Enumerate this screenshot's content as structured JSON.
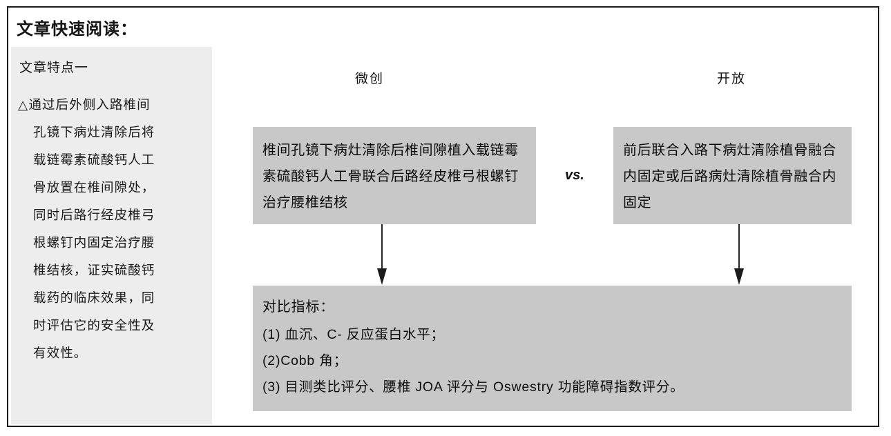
{
  "heading": "文章快速阅读：",
  "sidebar": {
    "heading": "文章特点一",
    "lines": [
      "△通过后外侧入路椎间",
      "孔镜下病灶清除后将",
      "载链霉素硫酸钙人工",
      "骨放置在椎间隙处，",
      "同时后路行经皮椎弓",
      "根螺钉内固定治疗腰",
      "椎结核，证实硫酸钙",
      "载药的临床效果，同",
      "时评估它的安全性及",
      "有效性。"
    ]
  },
  "comparison": {
    "left_caption": "微创",
    "right_caption": "开放",
    "vs_label": "vs.",
    "left_box_text": "椎间孔镜下病灶清除后椎间隙植入载链霉素硫酸钙人工骨联合后路经皮椎弓根螺钉治疗腰椎结核",
    "right_box_text": "前后联合入路下病灶清除植骨融合内固定或后路病灶清除植骨融合内固定"
  },
  "metrics": {
    "title": "对比指标：",
    "items": [
      "(1) 血沉、C- 反应蛋白水平；",
      "(2)Cobb 角；",
      "(3) 目测类比评分、腰椎 JOA 评分与 Oswestry 功能障碍指数评分。"
    ]
  },
  "colors": {
    "frame_border": "#1b1b1b",
    "sidebar_bg": "#ededee",
    "box_bg": "#c8c8c8",
    "text": "#0d0d0d",
    "arrow": "#1c1c1c"
  }
}
